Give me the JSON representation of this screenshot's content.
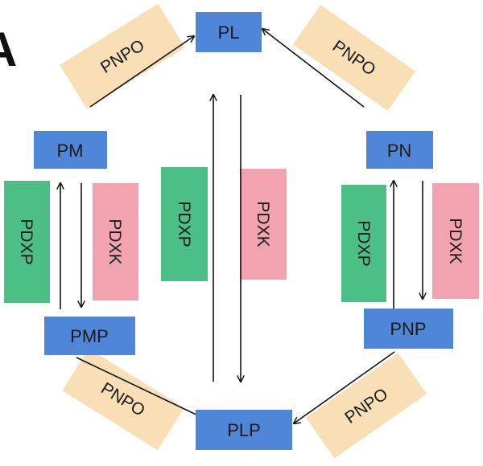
{
  "panel_label": "A",
  "nodes": {
    "pl": "PL",
    "pm": "PM",
    "pn": "PN",
    "pmp": "PMP",
    "pnp": "PNP",
    "plp": "PLP"
  },
  "enzymes": {
    "pnpo_top_left": "PNPO",
    "pnpo_top_right": "PNPO",
    "pnpo_bottom_left": "PNPO",
    "pnpo_bottom_right": "PNPO",
    "pdxp_left": "PDXP",
    "pdxk_left": "PDXK",
    "pdxp_center": "PDXP",
    "pdxk_center": "PDXK",
    "pdxp_right": "PDXP",
    "pdxk_right": "PDXK"
  },
  "colors": {
    "node": "#4f86d8",
    "pnpo": "#f8dfb5",
    "pdxp": "#4cbf86",
    "pdxk": "#f1a3b0",
    "arrow": "#111111"
  }
}
